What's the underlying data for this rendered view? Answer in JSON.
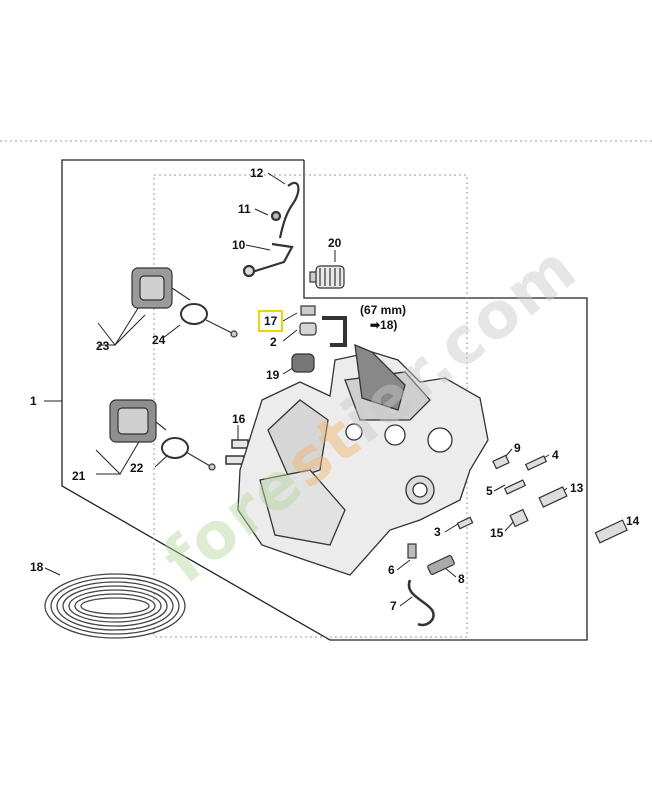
{
  "callouts": {
    "c1": "1",
    "c2": "2",
    "c3": "3",
    "c4": "4",
    "c5": "5",
    "c6": "6",
    "c7": "7",
    "c8": "8",
    "c9": "9",
    "c10": "10",
    "c11": "11",
    "c12": "12",
    "c13": "13",
    "c14": "14",
    "c15": "15",
    "c16": "16",
    "c17": "17",
    "c18": "18",
    "c19": "19",
    "c20": "20",
    "c21": "21",
    "c22": "22",
    "c23": "23",
    "c24": "24"
  },
  "highlighted_part": "17",
  "note": {
    "length": "(67 mm)",
    "ref": "➡18)"
  },
  "watermark": {
    "part1": "fore",
    "part2": "st",
    "part3": "ier.com"
  },
  "colors": {
    "highlight": "#f2d400",
    "line": "#222222",
    "watermark_green": "#b8d89a",
    "watermark_orange": "#f2b76a"
  }
}
